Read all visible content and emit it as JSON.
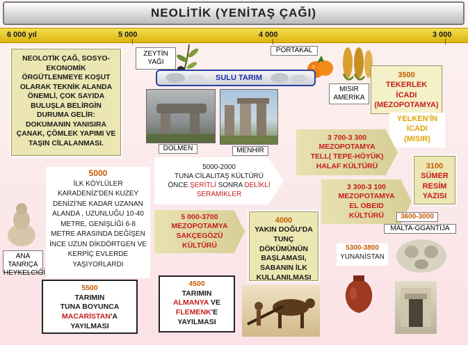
{
  "title": "NEOLİTİK   (YENİTAŞ ÇAĞI)",
  "timeline": {
    "t1": "6 000 yıl",
    "t2": "5 000",
    "t3": "4 000",
    "t4": "3 000"
  },
  "intro": "NEOLOTİK ÇAĞ, SOSYO-EKONOMİK ÖRGÜTLENMEYE KOŞUT OLARAK TEKNİK ALANDA ÖNEMLİ, ÇOK SAYIDA BULUŞLA BELİRGİN DURUMA GELİR: DOKUMANIN YANISIRA ÇANAK, ÇÖMLEK YAPIMI VE TAŞIN CİLALANMASI.",
  "zeytin": {
    "line1": "ZEYTİN",
    "line2": "YAĞI"
  },
  "portakal": "PORTAKAL",
  "sulu_tarim": "SULU TARIM",
  "misir": {
    "line1": "MISIR",
    "line2": "AMERİKA"
  },
  "tekerlek": {
    "year": "3500",
    "line1": "TEKERLEK",
    "line2": "İCADI",
    "line3": "(MEZOPOTAMYA)"
  },
  "yelken": {
    "line1": "YELKEN'İN",
    "line2": "İCADI",
    "line3": "(MISIR)"
  },
  "dolmen": "DOLMEN",
  "menhir": "MENHİR",
  "tell_halaf": {
    "years": "3 700-3 300",
    "line1": "MEZOPOTAMYA",
    "line2": "TELL( TEPE-HÖYÜK)",
    "line3": "HALAF   KÜLTÜRÜ"
  },
  "sumer": {
    "year": "3100",
    "line1": "SÜMER",
    "line2": "RESİM",
    "line3": "YAZISI"
  },
  "koylu": {
    "year": "5000",
    "text": "İLK KÖYLÜLER KARADENİZ'DEN KUZEY DENİZİ'NE KADAR UZANAN ALANDA , UZUNLUĞU 10-40 METRE, GENİŞLİĞİ 6-8 METRE ARASINDA DEĞİŞEN  İNCE UZUN DİKDÖRTGEN  VE KERPİÇ EVLERDE YAŞIYORLARDI"
  },
  "tuna_cilalitas": {
    "years": "5000-2000",
    "line1": "TUNA CİLALITAŞ KÜLTÜRÜ",
    "pre": "ÖNCE ",
    "seritli": "ŞERİTLİ",
    "mid": " SONRA ",
    "delikli": "DELİKLİ",
    "line3": "SERAMİKLER"
  },
  "el_obeid": {
    "years": "3 300-3 100",
    "line1": "MEZOPOTAMYA",
    "line2": "EL OBEID",
    "line3": "KÜLTÜRÜ"
  },
  "malta": {
    "years": "3600-3000",
    "name": "MALTA-GGANTİJA"
  },
  "ana_tanrica": {
    "line1": "ANA TANRIÇA",
    "line2": "HEYKELCİĞİ"
  },
  "sakcegozu": {
    "years": "5 000-3700",
    "line1": "MEZOPOTAMYA",
    "line2": "SAKÇEGÖZÜ",
    "line3": "KÜLTÜRÜ"
  },
  "tunc": {
    "year": "4000",
    "text": "YAKIN DOĞU'DA TUNÇ DÖKÜMÜNÜN BAŞLAMASI, SABANIN İLK KULLANILMASI"
  },
  "yunanistan": {
    "years": "5300-3800",
    "name": "YUNANİSTAN"
  },
  "macaristan": {
    "year": "5500",
    "line1": "TARIMIN",
    "line2": "TUNA BOYUNCA",
    "country": "MACARİSTAN",
    "suffix": "'A",
    "line4": "YAYILMASI"
  },
  "almanya": {
    "year": "4500",
    "line1": "TARIMIN",
    "c1": "ALMANYA",
    "ve": " VE",
    "c2": "FLEMENK",
    "suffix": "'E",
    "line4": "YAYILMASI"
  }
}
